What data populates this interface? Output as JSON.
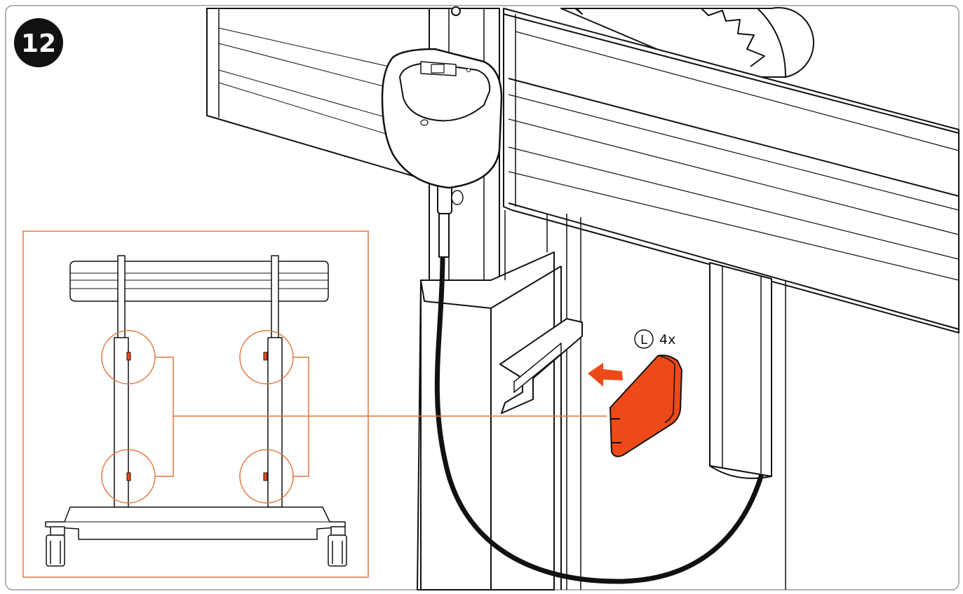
{
  "step": {
    "number": "12"
  },
  "part": {
    "letter": "L",
    "quantity": "4x"
  },
  "colors": {
    "accent": "#ee4a19",
    "accent_line": "#e0763e",
    "line": "#111111",
    "frame_border": "#9a9a9a",
    "fill_light": "#f2f2f2",
    "background": "#ffffff"
  },
  "icons": {
    "step_badge": "number-circle",
    "push_arrow": "arrow-left-icon",
    "part_label": "circled-letter-icon"
  }
}
